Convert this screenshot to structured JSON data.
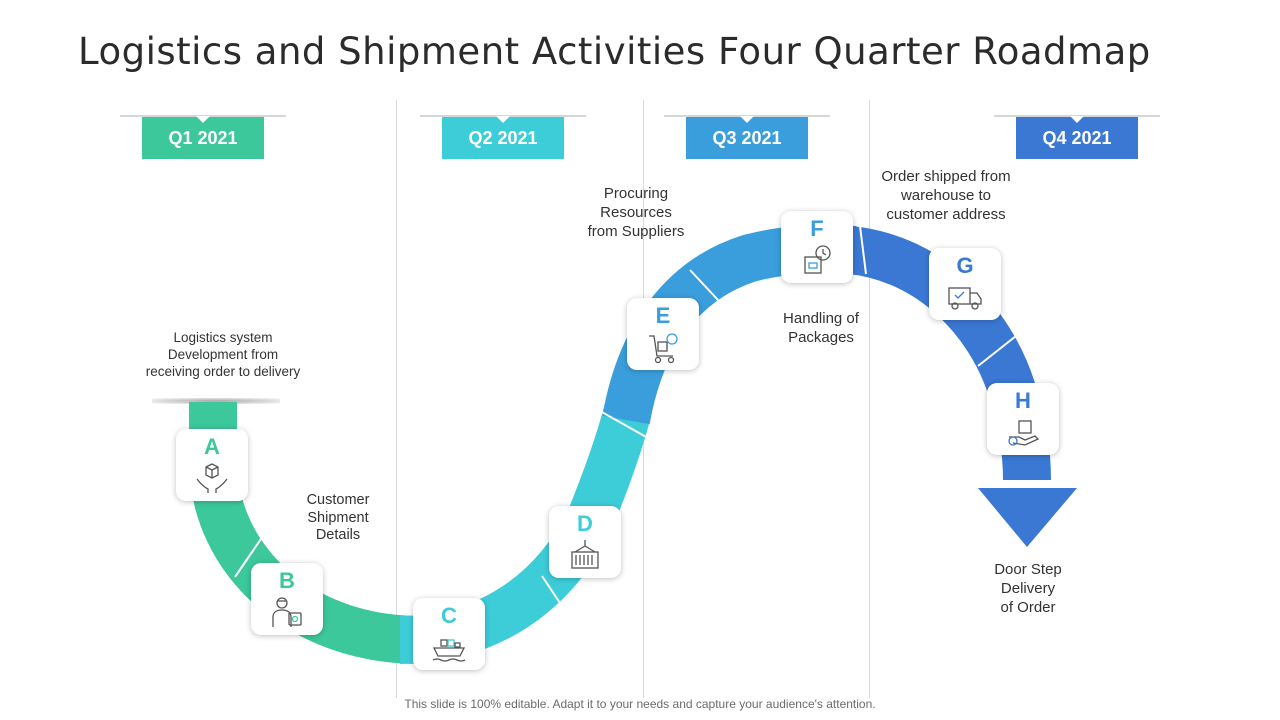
{
  "slide": {
    "title": "Logistics and Shipment Activities Four Quarter Roadmap",
    "footer": "This slide is 100% editable. Adapt it to your needs and capture your audience's attention."
  },
  "quarters": [
    {
      "label": "Q1 2021",
      "color": "#3cc89b"
    },
    {
      "label": "Q2 2021",
      "color": "#3dcdd9"
    },
    {
      "label": "Q3 2021",
      "color": "#3a9edc"
    },
    {
      "label": "Q4 2021",
      "color": "#3a78d4"
    }
  ],
  "steps": [
    {
      "letter": "A",
      "icon": "box-in-hands-icon",
      "color": "#3cc89b",
      "text": [
        "Logistics system",
        "Development from",
        "receiving order to delivery"
      ]
    },
    {
      "letter": "B",
      "icon": "delivery-person-icon",
      "color": "#3cc89b",
      "text": [
        "Customer",
        "Shipment",
        "Details"
      ]
    },
    {
      "letter": "C",
      "icon": "cargo-ship-icon",
      "color": "#3dcdd9",
      "text": []
    },
    {
      "letter": "D",
      "icon": "shipping-container-icon",
      "color": "#3dcdd9",
      "text": []
    },
    {
      "letter": "E",
      "icon": "hand-truck-icon",
      "color": "#3a9edc",
      "text": [
        "Procuring",
        "Resources",
        "from Suppliers"
      ]
    },
    {
      "letter": "F",
      "icon": "package-timer-icon",
      "color": "#3a9edc",
      "text": [
        "Handling of",
        "Packages"
      ]
    },
    {
      "letter": "G",
      "icon": "delivery-truck-icon",
      "color": "#3a78d4",
      "text": [
        "Order shipped from",
        "warehouse to",
        "customer address"
      ]
    },
    {
      "letter": "H",
      "icon": "package-handover-icon",
      "color": "#3a78d4",
      "text": [
        "Door Step",
        "Delivery",
        "of Order"
      ]
    }
  ]
}
